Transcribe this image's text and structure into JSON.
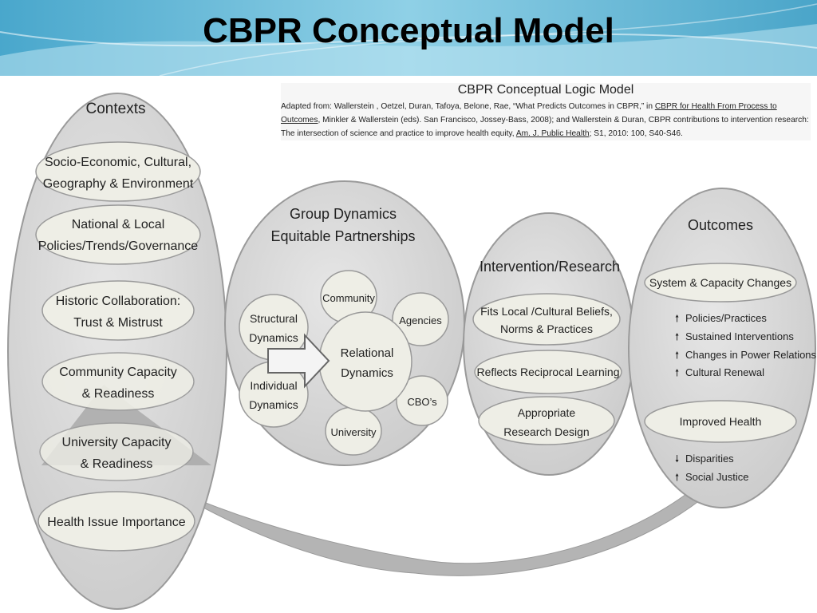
{
  "slide": {
    "title": "CBPR Conceptual Model"
  },
  "citation": {
    "title": "CBPR Conceptual Logic Model",
    "part1": "Adapted from: Wallerstein , Oetzel, Duran, Tafoya, Belone, Rae, “What Predicts Outcomes in CBPR,” in ",
    "link1": "CBPR for Health From Process to Outcomes",
    "part2": ", Minkler & Wallerstein (eds). San Francisco, Jossey-Bass, 2008); and Wallerstein & Duran, CBPR contributions to intervention research: The intersection of science and practice to improve health equity, ",
    "link2": "Am. J. Public Health",
    "part3": "; S1, 2010: 100, S40-S46."
  },
  "contexts": {
    "title": "Contexts",
    "items": [
      [
        "Socio-Economic, Cultural,",
        "Geography & Environment"
      ],
      [
        "National & Local",
        "Policies/Trends/Governance"
      ],
      [
        "Historic Collaboration:",
        "Trust & Mistrust"
      ],
      [
        "Community Capacity",
        "& Readiness"
      ],
      [
        "University Capacity",
        "& Readiness"
      ],
      [
        "Health Issue Importance"
      ]
    ]
  },
  "group_dynamics": {
    "title": [
      "Group Dynamics",
      "Equitable Partnerships"
    ],
    "structural": [
      "Structural",
      "Dynamics"
    ],
    "individual": [
      "Individual",
      "Dynamics"
    ],
    "relational": [
      "Relational",
      "Dynamics"
    ],
    "community": "Community",
    "agencies": "Agencies",
    "cbos": "CBO’s",
    "university": "University"
  },
  "intervention": {
    "title": "Intervention/Research",
    "items": [
      [
        "Fits Local /Cultural Beliefs,",
        "Norms & Practices"
      ],
      [
        "Reflects Reciprocal Learning"
      ],
      [
        "Appropriate",
        "Research Design"
      ]
    ]
  },
  "outcomes": {
    "title": "Outcomes",
    "system": "System & Capacity Changes",
    "system_items": [
      "Policies/Practices",
      "Sustained Interventions",
      "Changes in Power Relations",
      "Cultural Renewal"
    ],
    "health": "Improved Health",
    "health_items": [
      {
        "dir": "down",
        "label": "Disparities"
      },
      {
        "dir": "up",
        "label": "Social Justice"
      }
    ]
  },
  "colors": {
    "header_blue": "#5aaecf",
    "big_oval": "#d9d9d9",
    "inner_oval": "#eeeee6",
    "outline": "#9a9a9a"
  }
}
